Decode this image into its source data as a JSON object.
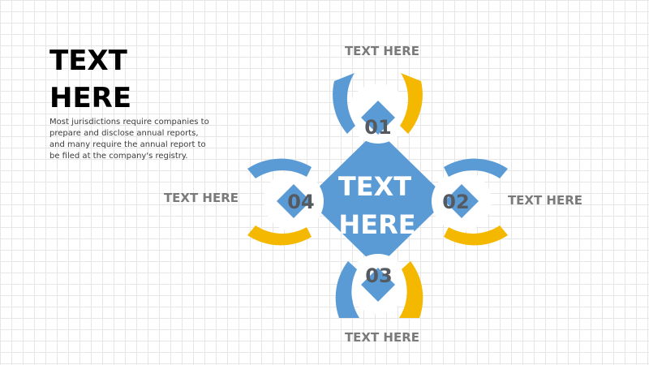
{
  "heading": {
    "line1": "TEXT",
    "line2": "HERE"
  },
  "body_text": "Most jurisdictions require companies to prepare and disclose annual reports, and many require the annual report to be filed at the company's registry.",
  "center": {
    "line1": "TEXT",
    "line2": "HERE"
  },
  "items": [
    {
      "number": "01",
      "label": "TEXT HERE"
    },
    {
      "number": "02",
      "label": "TEXT HERE"
    },
    {
      "number": "03",
      "label": "TEXT HERE"
    },
    {
      "number": "04",
      "label": "TEXT HERE"
    }
  ],
  "colors": {
    "blue": "#5b9bd5",
    "gold": "#f5b800",
    "white": "#ffffff",
    "number_text": "#555a60",
    "label_text": "#7a7a7a"
  }
}
